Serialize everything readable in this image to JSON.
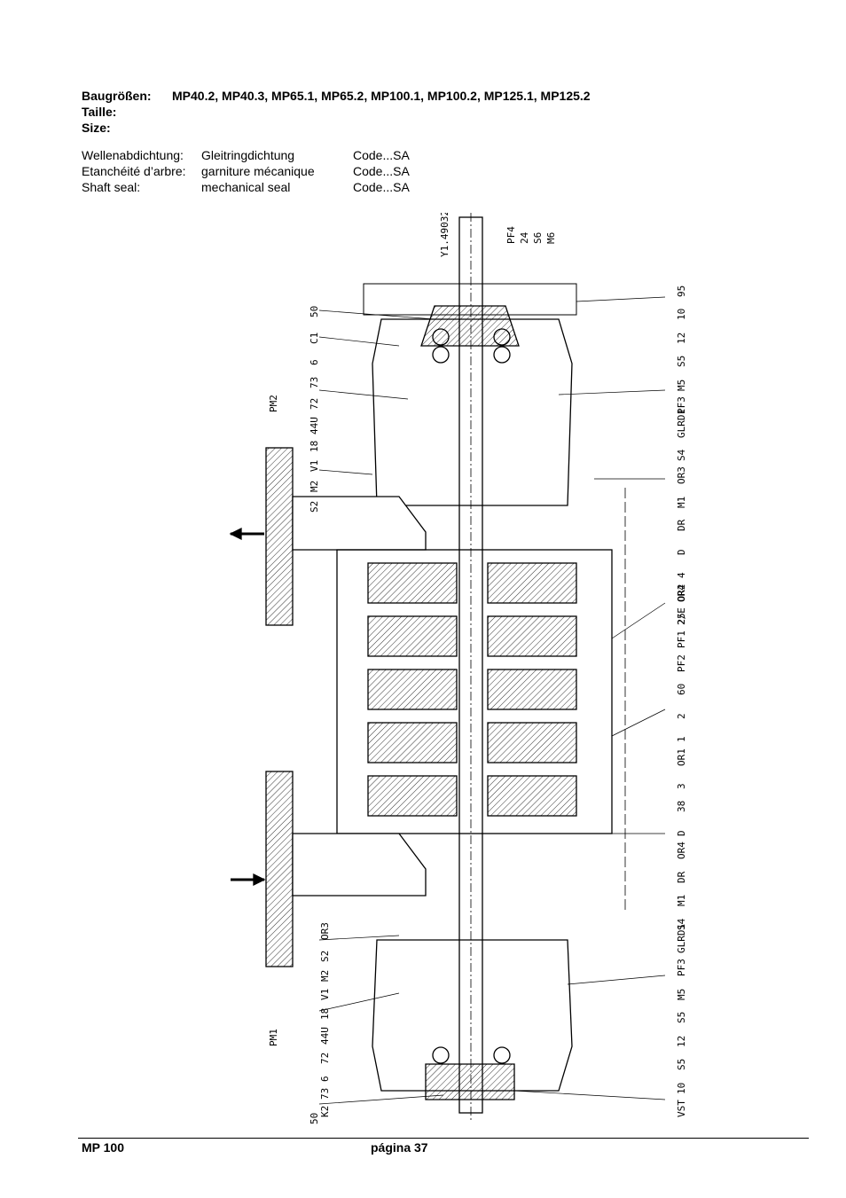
{
  "header": {
    "sizes_label": "Baugrößen:",
    "sizes_value": "MP40.2, MP40.3, MP65.1, MP65.2, MP100.1, MP100.2, MP125.1, MP125.2",
    "taille_label": "Taille:",
    "size_label": "Size:"
  },
  "seal_table": {
    "rows": [
      {
        "label": "Wellenabdichtung:",
        "type": "Gleitringdichtung",
        "code": "Code...SA"
      },
      {
        "label": "Etanchéité d’arbre:",
        "type": "garniture mécanique",
        "code": "Code...SA"
      },
      {
        "label": "Shaft seal:",
        "type": "mechanical seal",
        "code": "Code...SA"
      }
    ]
  },
  "drawing": {
    "drawing_number": "Y1.49032",
    "pm_top": "PM2",
    "pm_bottom": "PM1",
    "top_right_labels": [
      "PF4",
      "24",
      "S6",
      "M6"
    ],
    "left_labels_top": [
      "50",
      "C1",
      "6",
      "73",
      "72",
      "44U",
      "18",
      "V1",
      "M2",
      "S2"
    ],
    "left_labels_bottom": [
      "OR3",
      "S2",
      "M2",
      "V1",
      "18",
      "44U",
      "72",
      "6",
      "73",
      "K2",
      "50"
    ],
    "right_labels": [
      "95",
      "10",
      "12",
      "S5",
      "M5",
      "PF3",
      "GLRD1",
      "S4",
      "OR3",
      "M1",
      "DR",
      "D",
      "4",
      "OR4",
      "2/E OR2",
      "PF1 25",
      "PF2",
      "60",
      "2",
      "1",
      "OR1",
      "3",
      "38",
      "D",
      "OR4",
      "DR",
      "M1",
      "S4",
      "GLRD1",
      "PF3",
      "M5",
      "S5",
      "12",
      "S5",
      "10",
      "VST"
    ]
  },
  "footer": {
    "left": "MP 100",
    "center": "página 37"
  }
}
